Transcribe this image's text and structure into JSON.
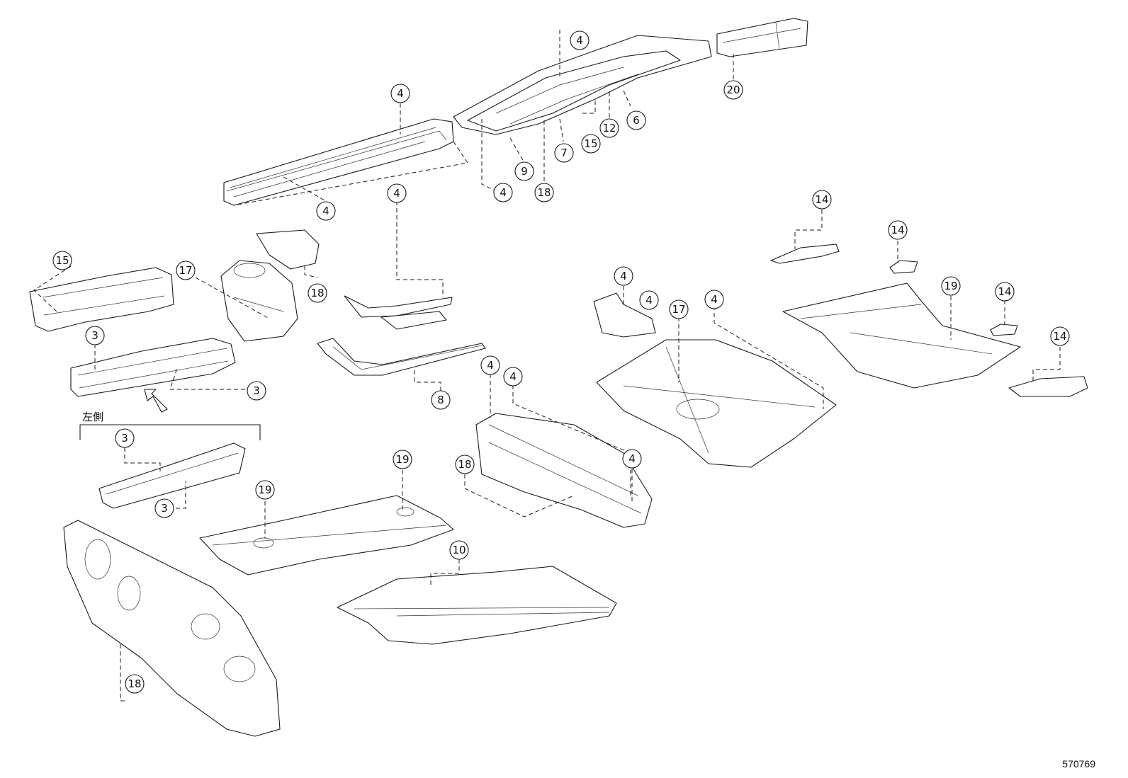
{
  "callouts": [
    "4",
    "4",
    "4",
    "4",
    "4",
    "20",
    "6",
    "12",
    "15",
    "7",
    "9",
    "18",
    "14",
    "14",
    "15",
    "18",
    "17",
    "3",
    "3",
    "4",
    "8",
    "19",
    "14",
    "4",
    "4",
    "17",
    "4",
    "14",
    "4",
    "4",
    "3",
    "3",
    "18",
    "4",
    "19",
    "19",
    "10",
    "18"
  ],
  "left_side_label": "左側",
  "figure_number": "570769"
}
